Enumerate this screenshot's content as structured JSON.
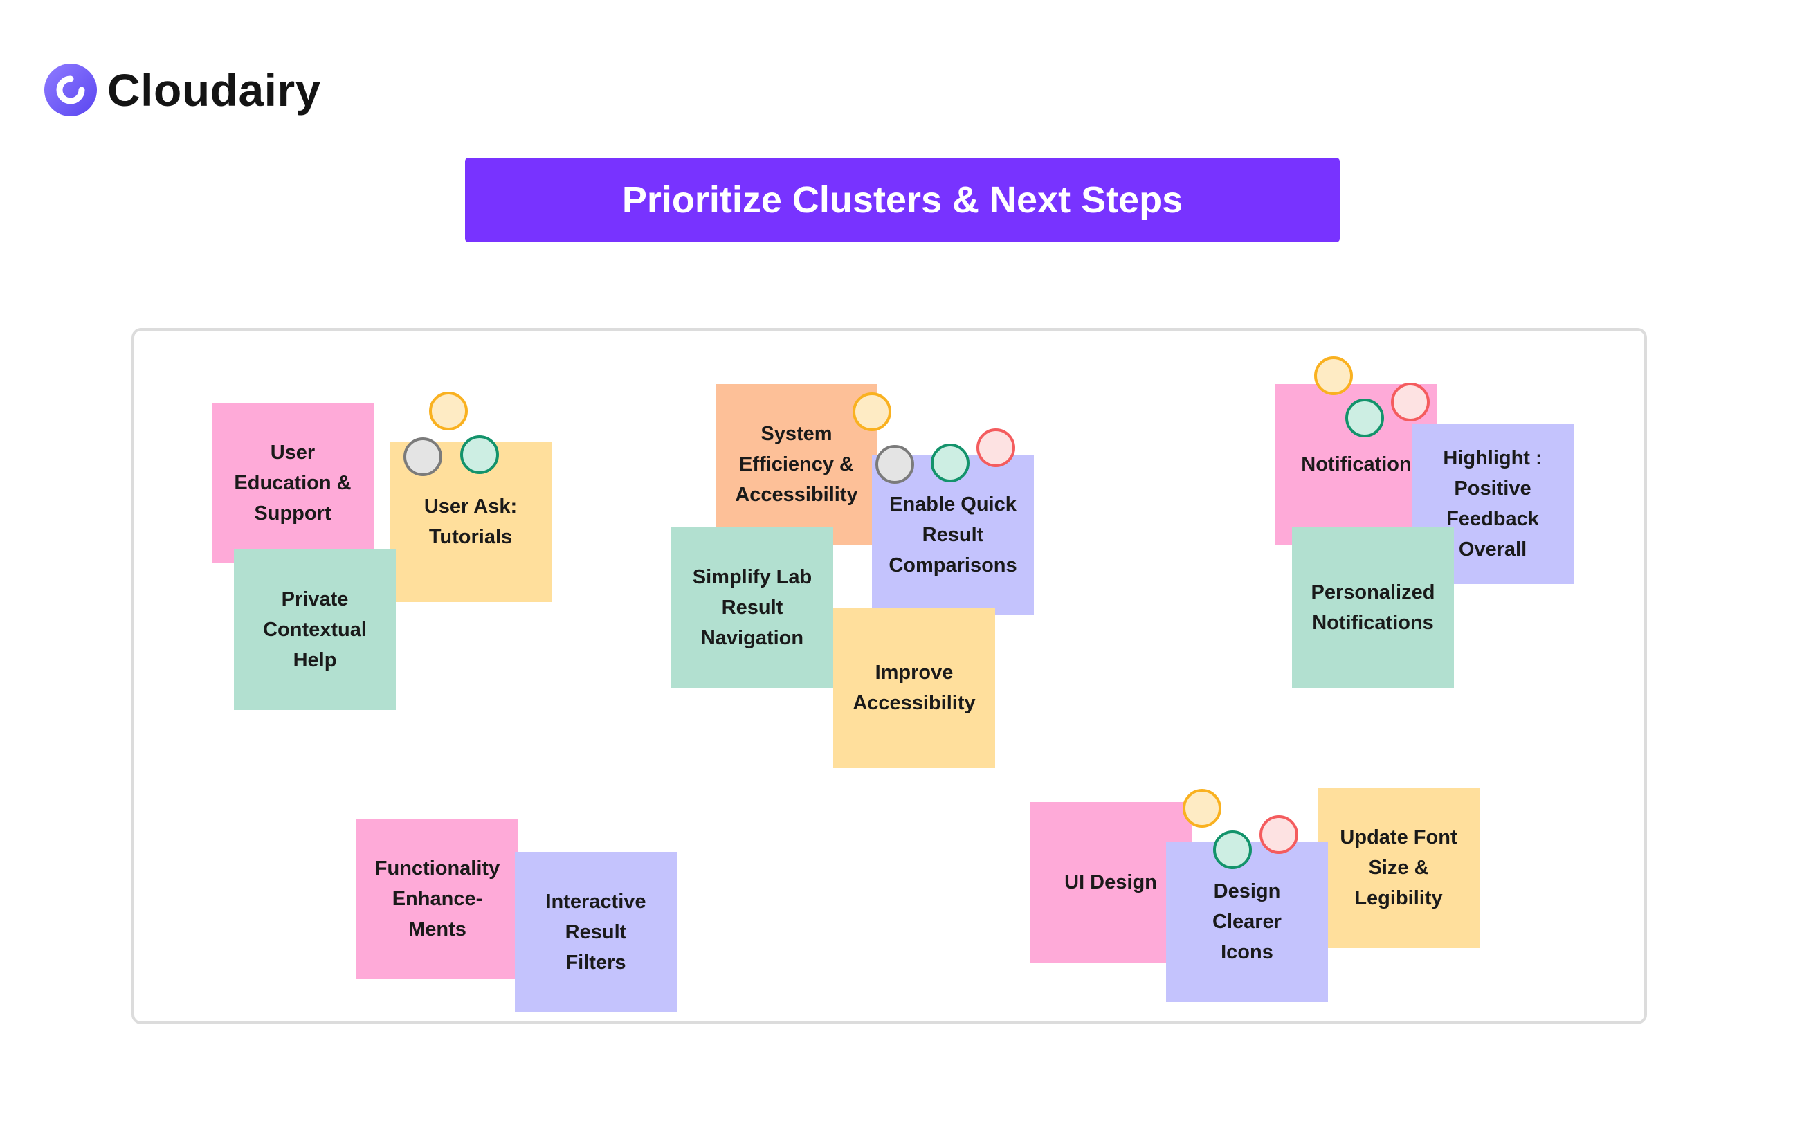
{
  "brand": {
    "name": "Cloudairy",
    "color": "#6c63ff"
  },
  "title": "Prioritize Clusters & Next Steps",
  "colors": {
    "banner": "#7833ff",
    "pink": "#feaad8",
    "green": "#b2e0d0",
    "yellow": "#ffdf9c",
    "purple": "#c4c3fd",
    "orange": "#fdc098"
  },
  "notes": {
    "user_education": "User\nEducation &\nSupport",
    "user_ask": "User Ask:\nTutorials",
    "private_help": "Private\nContextual\nHelp",
    "system_efficiency": "System\nEfficiency &\nAccessibility",
    "quick_compare": "Enable Quick\nResult\nComparisons",
    "simplify_nav": "Simplify Lab\nResult\nNavigation",
    "improve_access": "Improve\nAccessibility",
    "notification": "Notification",
    "highlight": "Highlight :\nPositive\nFeedback\nOverall",
    "personalized": "Personalized\nNotifications",
    "functionality": "Functionality\nEnhance-\nMents",
    "filters": "Interactive\nResult\nFilters",
    "ui_design": "UI Design",
    "icons": "Design\nClearer\nIcons",
    "font": "Update Font\nSize &\nLegibility"
  },
  "vote_dots": [
    "yellow",
    "gray",
    "green",
    "red"
  ]
}
